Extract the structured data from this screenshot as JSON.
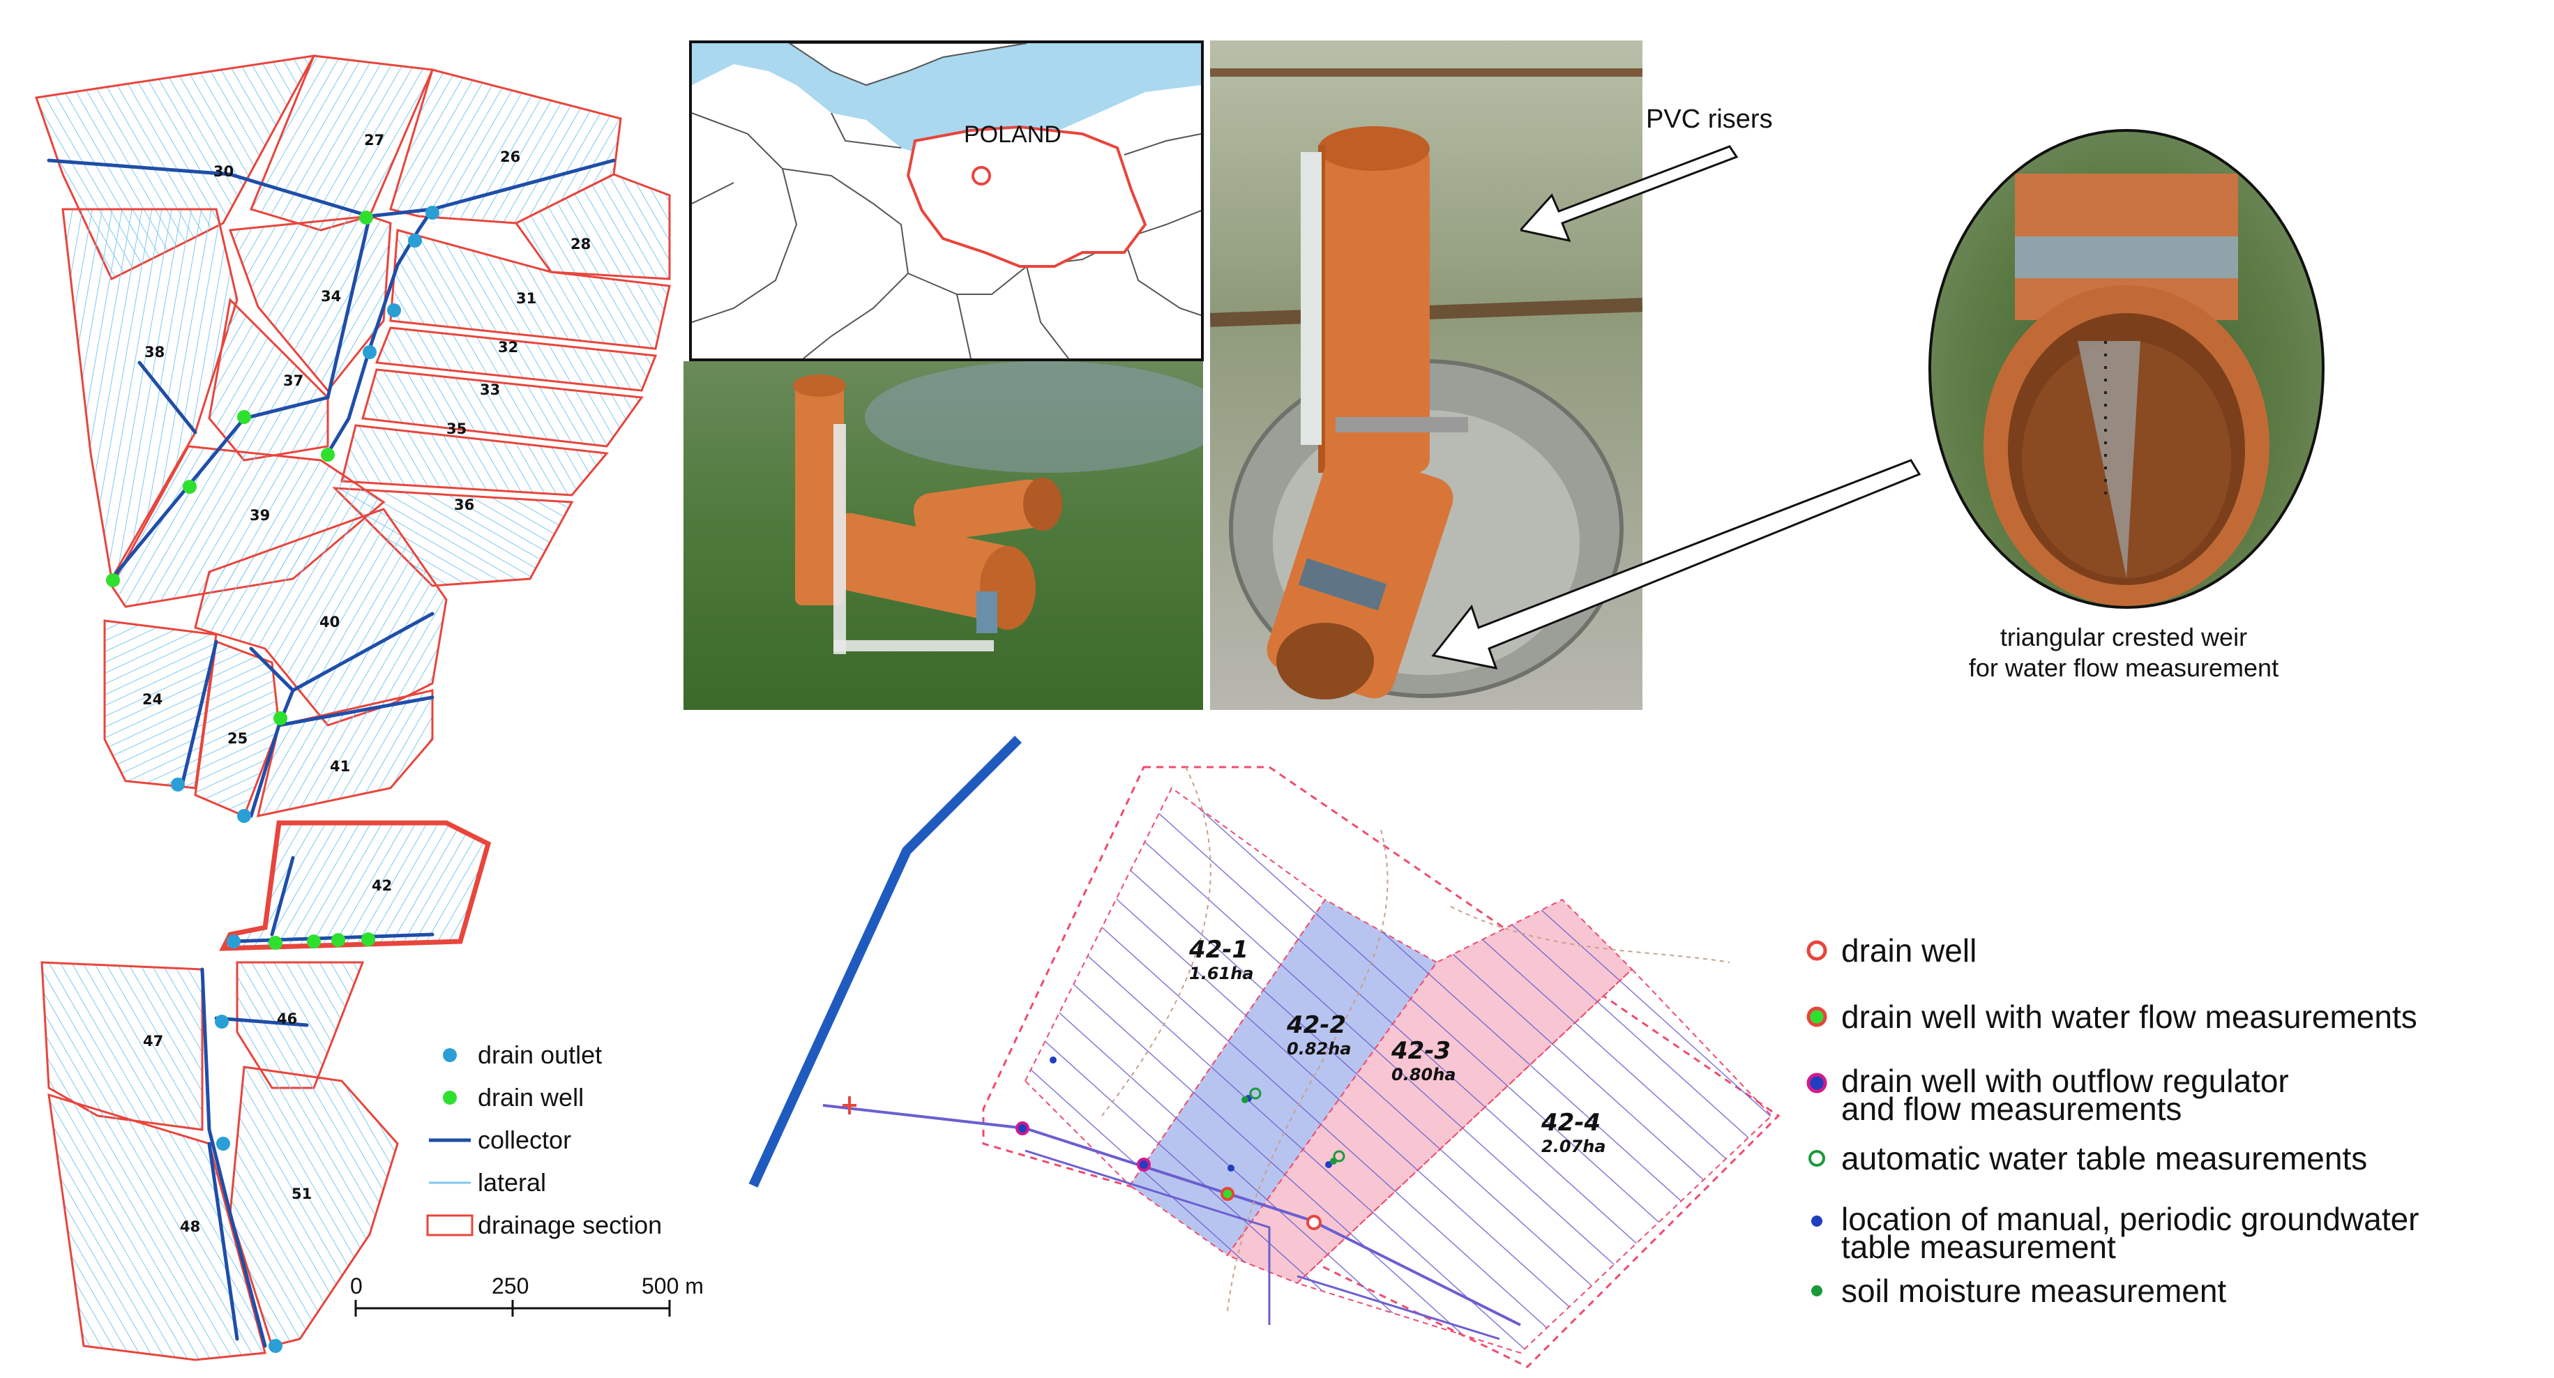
{
  "map": {
    "sections": [
      "30",
      "27",
      "26",
      "28",
      "34",
      "31",
      "32",
      "33",
      "38",
      "37",
      "35",
      "36",
      "39",
      "40",
      "24",
      "25",
      "41",
      "42",
      "47",
      "46",
      "48",
      "51"
    ]
  },
  "legend_left": {
    "items": [
      {
        "label": "drain outlet",
        "symbol": "outlet-dot",
        "color": "#2a9fd6"
      },
      {
        "label": "drain well",
        "symbol": "well-dot",
        "color": "#2ee02e"
      },
      {
        "label": "collector",
        "symbol": "collector-line",
        "color": "#1f4ea8"
      },
      {
        "label": "lateral",
        "symbol": "lateral-line",
        "color": "#7ec8f0"
      },
      {
        "label": "drainage section",
        "symbol": "section-box",
        "color": "#e8453c"
      }
    ]
  },
  "scale": {
    "ticks": [
      "0",
      "250",
      "500 m"
    ]
  },
  "inset_map": {
    "country_label": "POLAND"
  },
  "photos": {
    "risers_label": "PVC risers",
    "weir_caption_line1": "triangular crested weir",
    "weir_caption_line2": "for water flow measurement"
  },
  "detail": {
    "subsections": [
      {
        "name": "42-1",
        "area": "1.61ha"
      },
      {
        "name": "42-2",
        "area": "0.82ha"
      },
      {
        "name": "42-3",
        "area": "0.80ha"
      },
      {
        "name": "42-4",
        "area": "2.07ha"
      }
    ]
  },
  "legend_right": {
    "items": [
      {
        "label": "drain well",
        "symbol": "ring-red"
      },
      {
        "label": "drain well with water flow measurements",
        "symbol": "ring-red-green"
      },
      {
        "label": "drain well with outflow regulator and flow measurements",
        "line1": "drain well with outflow regulator",
        "line2": "and flow measurements",
        "symbol": "ring-magenta-blue"
      },
      {
        "label": "automatic water table measurements",
        "symbol": "ring-green"
      },
      {
        "label": "location of manual, periodic groundwater table measurement",
        "line1": "location of manual, periodic groundwater",
        "line2": "table measurement",
        "symbol": "dot-blue"
      },
      {
        "label": "soil moisture measurement",
        "symbol": "dot-green"
      }
    ]
  },
  "colors": {
    "section_border": "#e8453c",
    "collector": "#1f4ea8",
    "lateral": "#7ec8f0",
    "section_fill": "#eaf5fb",
    "detail_line": "#6b5fd0",
    "detail_highlight_blue": "#b8c4f0",
    "detail_highlight_pink": "#f7c6d2",
    "ditch": "#1f5bbf"
  }
}
